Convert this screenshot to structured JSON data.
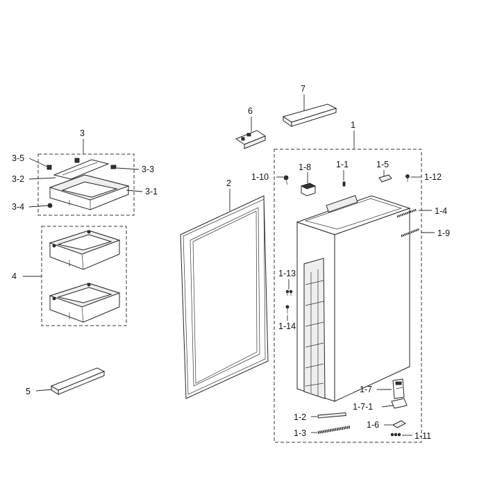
{
  "labels": {
    "p1": "1",
    "p1_1": "1-1",
    "p1_2": "1-2",
    "p1_3": "1-3",
    "p1_4": "1-4",
    "p1_5": "1-5",
    "p1_6": "1-6",
    "p1_7": "1-7",
    "p1_7_1": "1-7-1",
    "p1_8": "1-8",
    "p1_9": "1-9",
    "p1_10": "1-10",
    "p1_11": "1-11",
    "p1_12": "1-12",
    "p1_13": "1-13",
    "p1_14": "1-14",
    "p2": "2",
    "p3": "3",
    "p3_1": "3-1",
    "p3_2": "3-2",
    "p3_3": "3-3",
    "p3_4": "3-4",
    "p3_5": "3-5",
    "p4": "4",
    "p5": "5",
    "p6": "6",
    "p7": "7"
  }
}
